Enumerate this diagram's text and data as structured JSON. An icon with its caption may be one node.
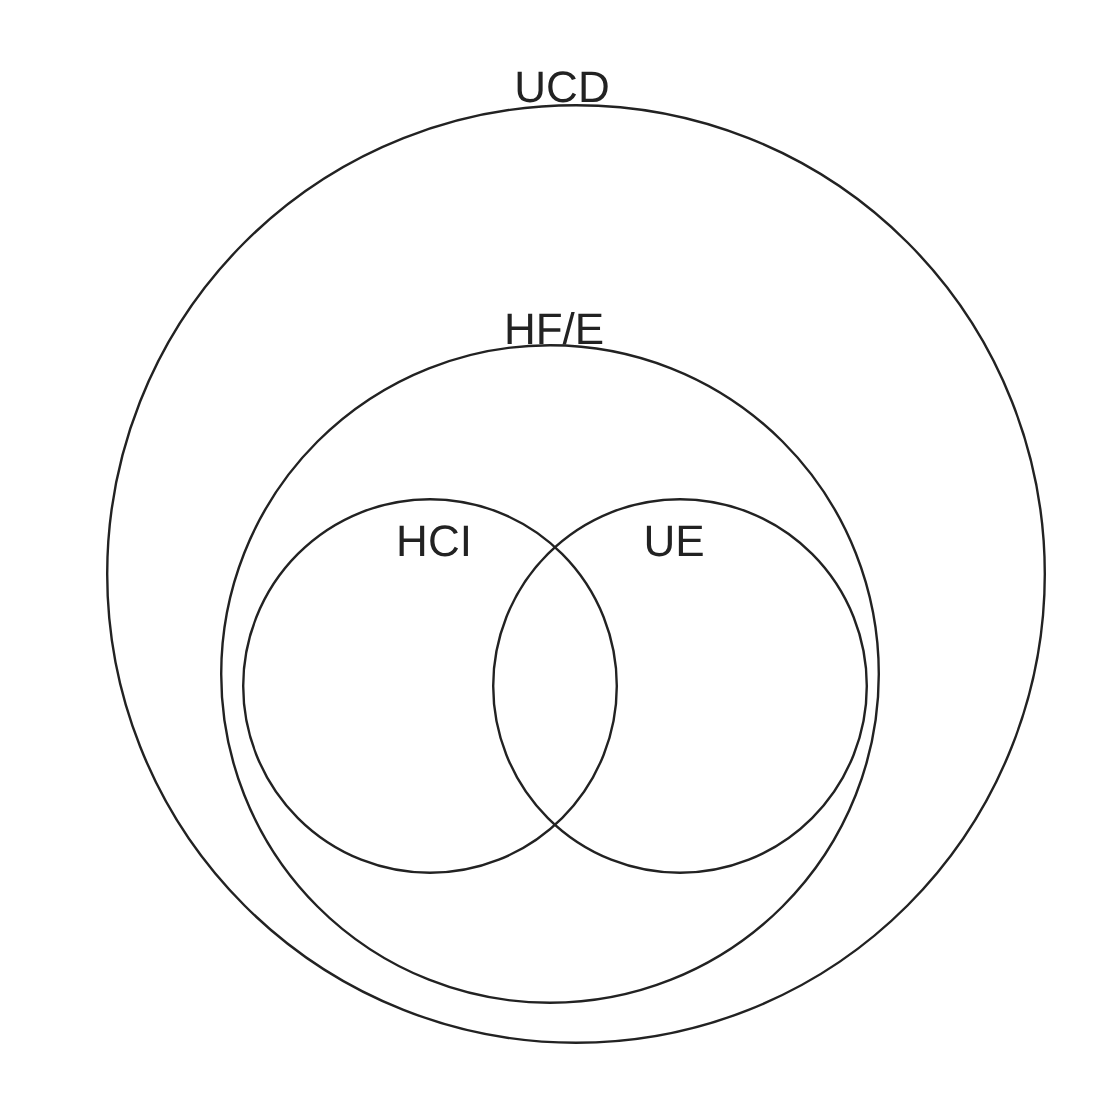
{
  "diagram": {
    "nodes": [
      {
        "text": [
          "UCD"
        ]
      },
      {
        "text": [
          "HF/E"
        ],
        "in": 0
      },
      {
        "text": [
          "HCI"
        ],
        "in": 1
      },
      {
        "text": [
          "UE"
        ],
        "in": 1
      }
    ]
  }
}
